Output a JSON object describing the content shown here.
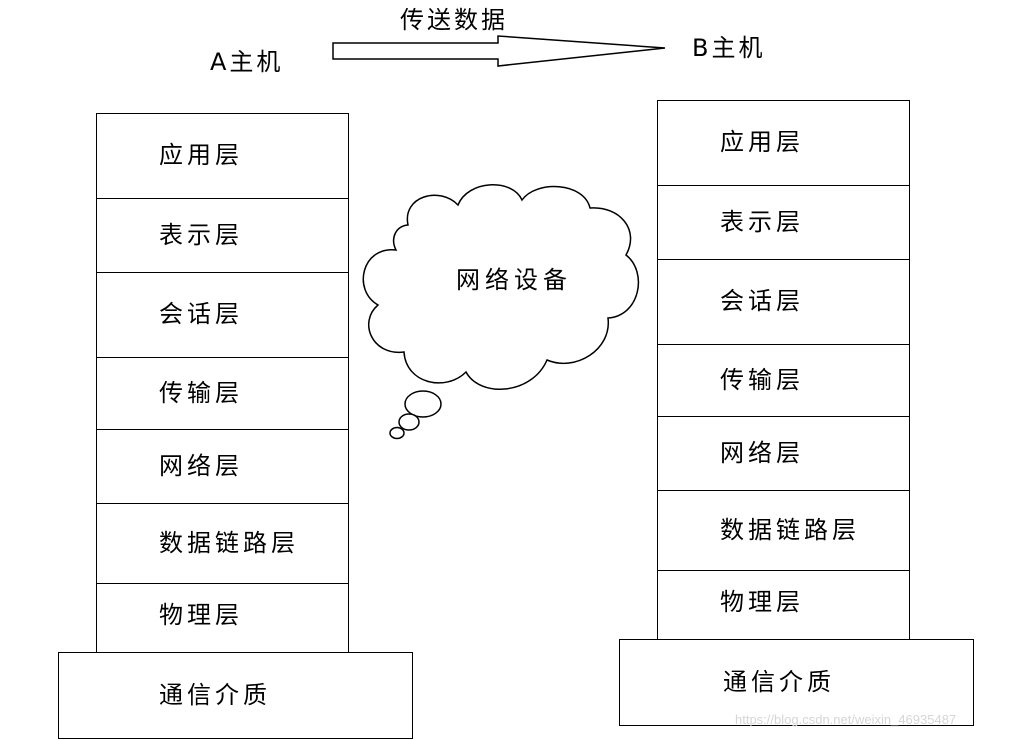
{
  "host_a": {
    "title": "A主机",
    "layers": [
      "应用层",
      "表示层",
      "会话层",
      "传输层",
      "网络层",
      "数据链路层",
      "物理层"
    ],
    "medium": "通信介质"
  },
  "host_b": {
    "title": "B主机",
    "layers": [
      "应用层",
      "表示层",
      "会话层",
      "传输层",
      "网络层",
      "数据链路层",
      "物理层"
    ],
    "medium": "通信介质"
  },
  "transfer": {
    "label": "传送数据"
  },
  "cloud": {
    "label": "网络设备"
  },
  "watermark": "https://blog.csdn.net/weixin_46935487"
}
